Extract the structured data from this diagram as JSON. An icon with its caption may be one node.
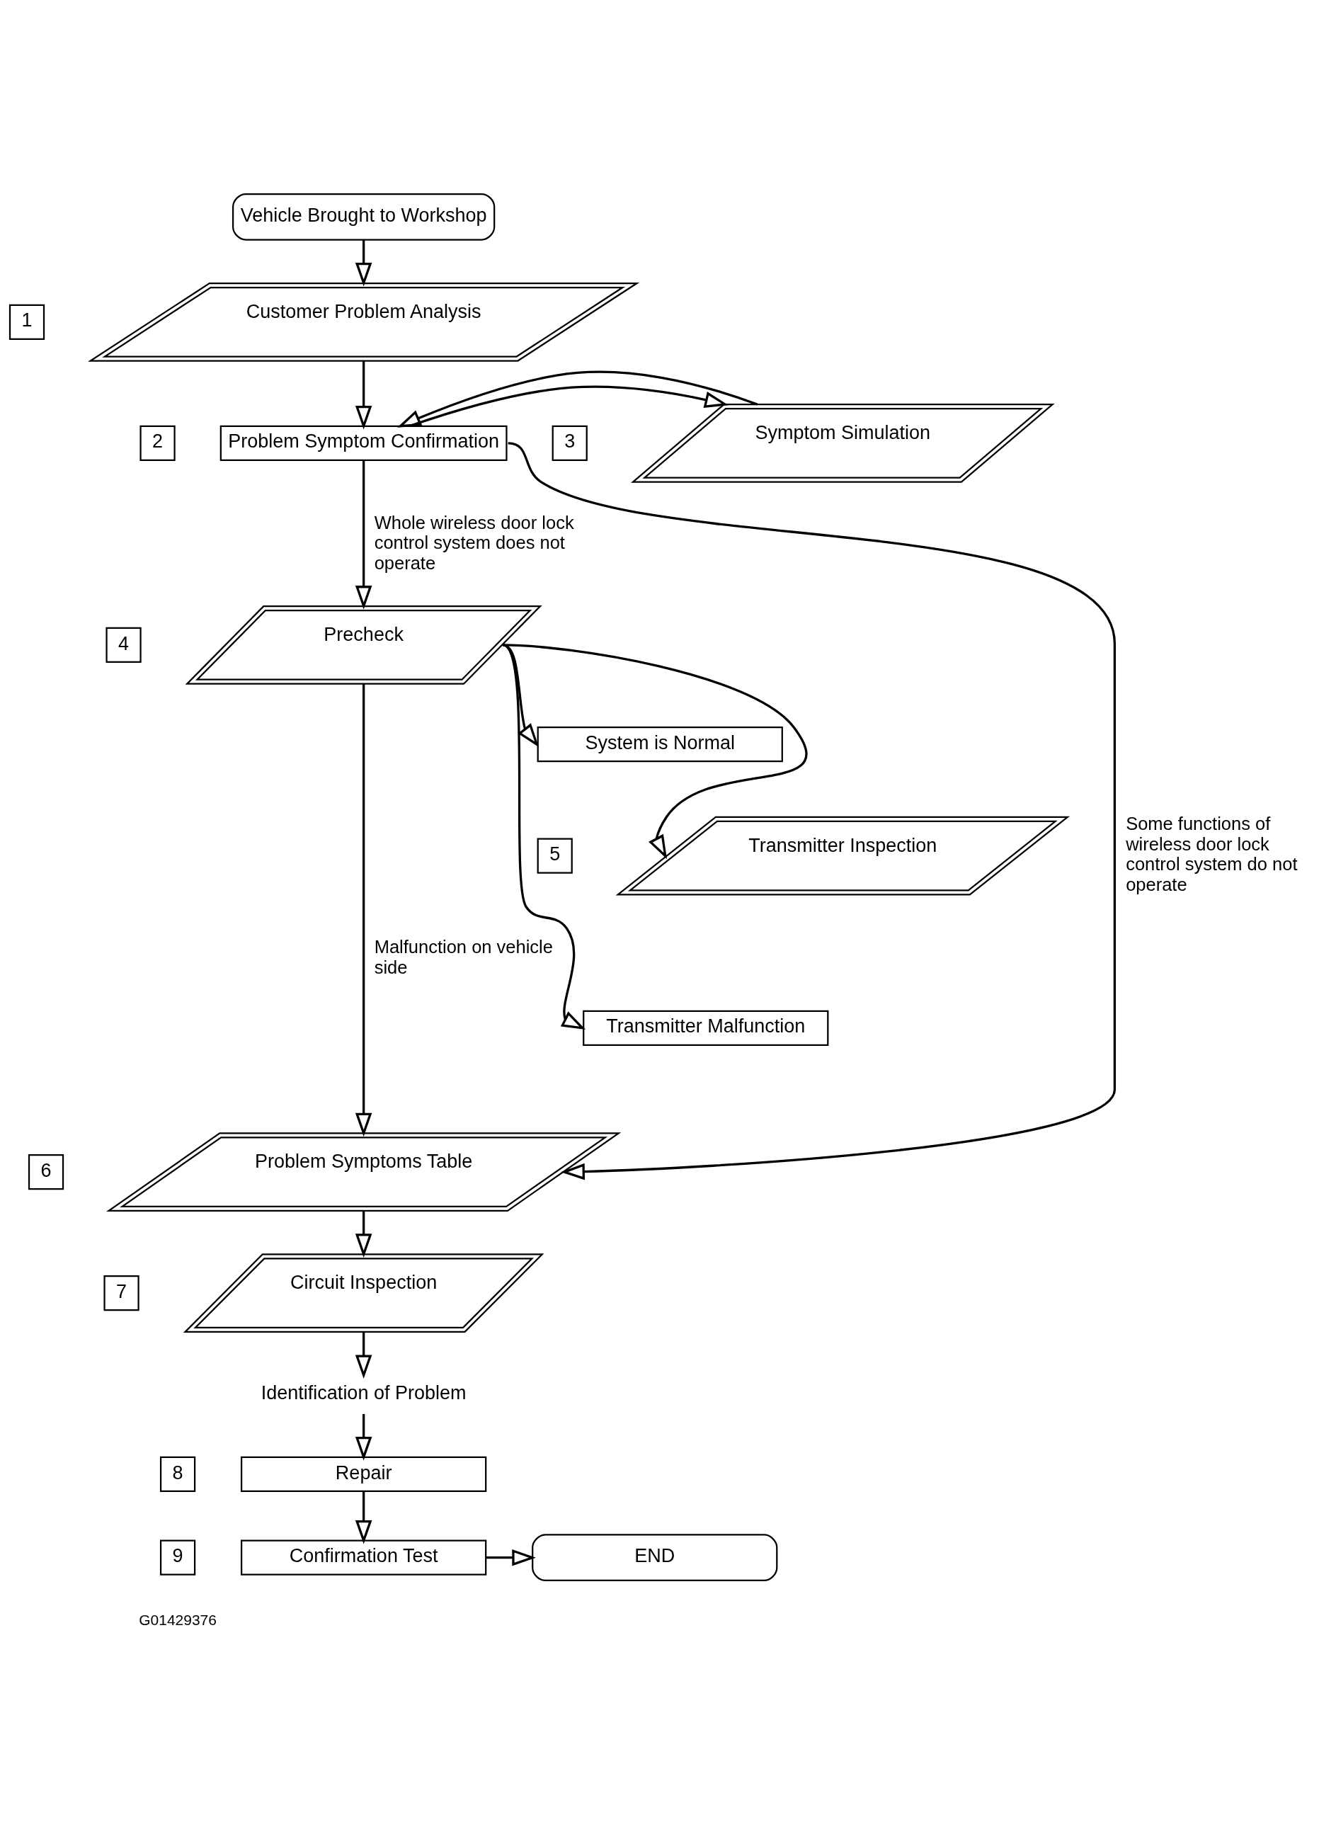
{
  "diagram": {
    "nodes": [
      {
        "text": [
          "Vehicle Brought to Workshop"
        ]
      },
      {
        "text": [
          "Customer Problem Analysis"
        ],
        "beside": [
          "1"
        ]
      },
      {
        "text": [
          "Problem Symptom Confirmation"
        ],
        "beside": [
          "2"
        ]
      },
      {
        "text": [
          "Symptom Simulation"
        ],
        "beside": [
          "3"
        ]
      },
      {
        "text": [
          "Precheck"
        ],
        "beside": [
          "4"
        ]
      },
      {
        "text": [
          "System is Normal"
        ]
      },
      {
        "text": [
          "Transmitter Inspection"
        ],
        "beside": [
          "5"
        ]
      },
      {
        "text": [
          "Transmitter Malfunction"
        ]
      },
      {
        "text": [
          "Problem Symptoms Table"
        ],
        "beside": [
          "6"
        ]
      },
      {
        "text": [
          "Circuit Inspection"
        ],
        "beside": [
          "7"
        ]
      },
      {
        "text": [
          "Identification of Problem"
        ]
      },
      {
        "text": [
          "Repair"
        ],
        "beside": [
          "8"
        ]
      },
      {
        "text": [
          "Confirmation Test"
        ],
        "beside": [
          "9"
        ]
      },
      {
        "text": [
          "END"
        ]
      }
    ],
    "edges": [
      {
        "from": 0,
        "to": 1,
        "arrow": "to"
      },
      {
        "from": 1,
        "to": 2,
        "arrow": "to"
      },
      {
        "from": 2,
        "to": 3,
        "arrow": "to"
      },
      {
        "from": 3,
        "to": 2,
        "arrow": "to"
      },
      {
        "from": 2,
        "to": 4,
        "arrow": "to",
        "label": "Whole wireless door lock control system does not operate"
      },
      {
        "from": 2,
        "to": 8,
        "arrow": "to",
        "label": "Some functions of wireless door lock control system do not operate"
      },
      {
        "from": 4,
        "to": 5,
        "arrow": "to"
      },
      {
        "from": 4,
        "to": 6,
        "arrow": "to"
      },
      {
        "from": 4,
        "to": 7,
        "arrow": "to"
      },
      {
        "from": 4,
        "to": 8,
        "arrow": "to",
        "label": "Malfunction on vehicle side"
      },
      {
        "from": 8,
        "to": 9,
        "arrow": "to"
      },
      {
        "from": 9,
        "to": 10,
        "arrow": "to"
      },
      {
        "from": 10,
        "to": 11,
        "arrow": "to"
      },
      {
        "from": 11,
        "to": 12,
        "arrow": "to"
      },
      {
        "from": 12,
        "to": 13,
        "arrow": "to"
      }
    ],
    "labels": [
      "G01429376"
    ]
  }
}
